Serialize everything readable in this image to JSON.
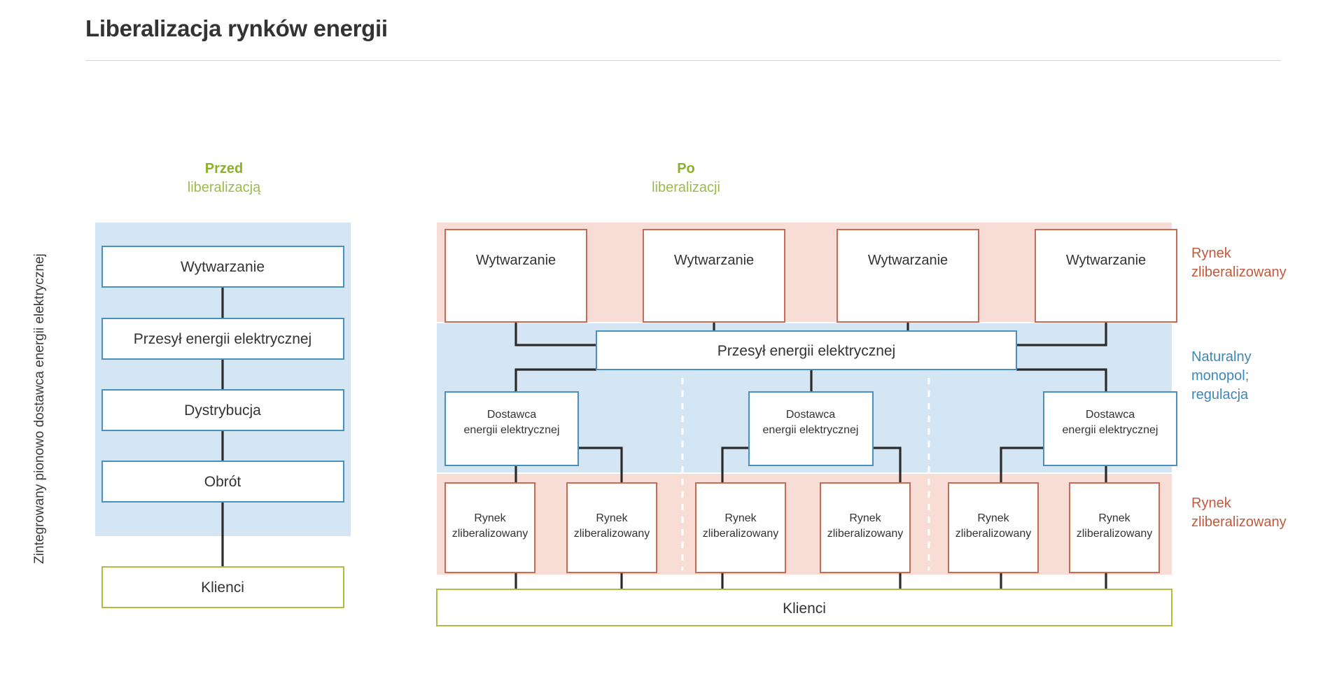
{
  "page": {
    "title": "Liberalizacja rynków energii"
  },
  "axis": {
    "vertical_label": "Zintegrowany pionowo dostawca energii elektrycznej"
  },
  "columns": {
    "before": {
      "strong": "Przed",
      "light": "liberalizacją"
    },
    "after": {
      "strong": "Po",
      "light": "liberalizacji"
    }
  },
  "side_labels": {
    "market_top": "Rynek\nzliberalizowany",
    "monopoly": "Naturalny\nmonopol;\nregulacja",
    "market_bottom": "Rynek\nzliberalizowany"
  },
  "before": {
    "boxes": [
      {
        "label": "Wytwarzanie"
      },
      {
        "label": "Przesył energii elektrycznej"
      },
      {
        "label": "Dystrybucja"
      },
      {
        "label": "Obrót"
      }
    ],
    "customers": {
      "label": "Klienci"
    }
  },
  "after": {
    "generation": [
      {
        "label": "Wytwarzanie"
      },
      {
        "label": "Wytwarzanie"
      },
      {
        "label": "Wytwarzanie"
      },
      {
        "label": "Wytwarzanie"
      }
    ],
    "transmission": {
      "label": "Przesył energii elektrycznej"
    },
    "suppliers": [
      {
        "line1": "Dostawca",
        "line2": "energii elektrycznej"
      },
      {
        "line1": "Dostawca",
        "line2": "energii elektrycznej"
      },
      {
        "line1": "Dostawca",
        "line2": "energii elektrycznej"
      }
    ],
    "markets": [
      {
        "line1": "Rynek",
        "line2": "zliberalizowany"
      },
      {
        "line1": "Rynek",
        "line2": "zliberalizowany"
      },
      {
        "line1": "Rynek",
        "line2": "zliberalizowany"
      },
      {
        "line1": "Rynek",
        "line2": "zliberalizowany"
      },
      {
        "line1": "Rynek",
        "line2": "zliberalizowany"
      },
      {
        "line1": "Rynek",
        "line2": "zliberalizowany"
      }
    ],
    "customers": {
      "label": "Klienci"
    }
  },
  "colors": {
    "band_blue": "#d4e6f3",
    "band_pink": "#f8ddd6",
    "border_blue": "#4a90bf",
    "border_red": "#c96a52",
    "border_green": "#a8c140",
    "accent_green": "#8db028",
    "label_red": "#c05a3e",
    "label_blue": "#3e86b5",
    "connector": "#2b2b2b"
  }
}
